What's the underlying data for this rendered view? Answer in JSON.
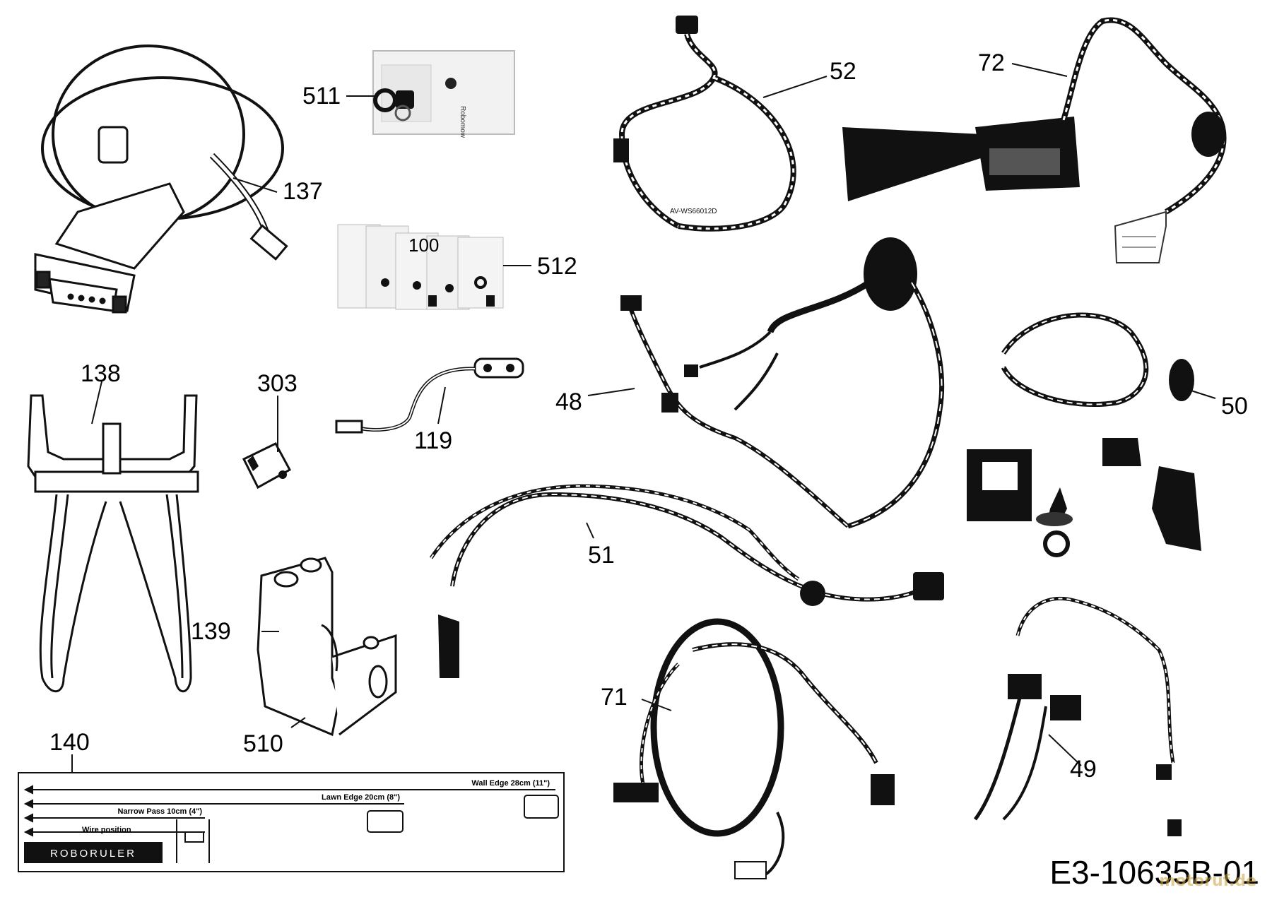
{
  "callouts": {
    "c137": "137",
    "c511": "511",
    "c100": "100",
    "c512": "512",
    "c52": "52",
    "c72": "72",
    "c138": "138",
    "c303": "303",
    "c119": "119",
    "c48": "48",
    "c50": "50",
    "c51": "51",
    "c139": "139",
    "c510": "510",
    "c140": "140",
    "c71": "71",
    "c49": "49"
  },
  "ruler": {
    "wall_edge": "Wall Edge 28cm (11\")",
    "lawn_edge": "Lawn Edge 20cm (8\")",
    "narrow_pass": "Narrow Pass 10cm (4\")",
    "wire_position": "Wire position",
    "brand": "ROBORULER"
  },
  "bag_brand": "Robomow",
  "cable_print": "AV-WS66012D",
  "drawing_id": "E3-10635B-01",
  "watermark": "motoruf.de"
}
